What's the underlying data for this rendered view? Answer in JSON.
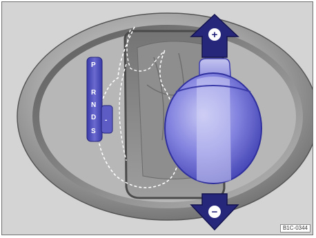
{
  "gate": {
    "letters": [
      "P",
      "R",
      "N",
      "D",
      "S"
    ],
    "tiptronic_minus": "-"
  },
  "arrows": {
    "up_symbol": "+",
    "down_symbol": "−"
  },
  "image_code": "B1C-0344",
  "colors": {
    "background": "#d4d4d4",
    "bezel": "#8c8c8c",
    "gate_plate": "#4848b8",
    "knob": "#7878dd",
    "arrow": "#24246e",
    "dashed_outline": "#ffffff"
  }
}
